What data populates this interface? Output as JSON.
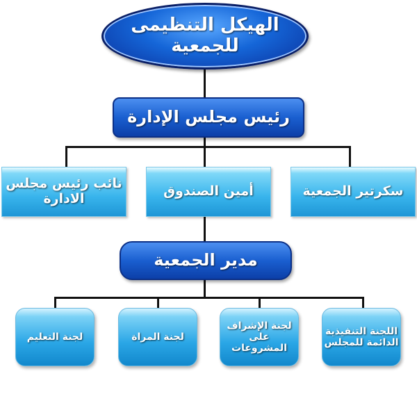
{
  "title": {
    "line1": "الهيكل التنظيمى",
    "line2": "للجمعية"
  },
  "chairman": "رئيس مجلس الإدارة",
  "level2": {
    "secretary": "سكرتير الجمعية",
    "treasurer": "أمين الصندوق",
    "vice": {
      "line1": "نائب رئيس مجلس",
      "line2": "الادارة"
    }
  },
  "manager": "مدير الجمعية",
  "committees": {
    "executive": {
      "line1": "اللجنة التنفيذية",
      "line2": "الدائمة للمجلس"
    },
    "projects": {
      "line1": "لجنة الإشراف",
      "line2": "على المشروعات"
    },
    "women": "لجنة المراة",
    "education": "لجنة التعليم"
  },
  "colors": {
    "title_fill": "#1566d8",
    "box_fill": "#38b4ec",
    "connector": "#111111"
  }
}
